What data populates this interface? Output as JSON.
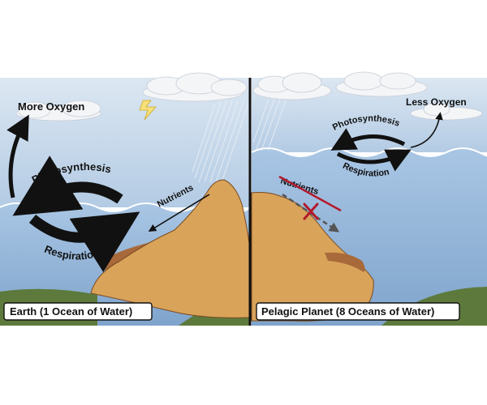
{
  "earth": {
    "more_oxygen": "More Oxygen",
    "photosynthesis": "Photosynthesis",
    "respiration": "Respiration",
    "nutrients": "Nutrients",
    "caption": "Earth (1 Ocean of Water)"
  },
  "pelagic": {
    "less_oxygen": "Less Oxygen",
    "photosynthesis": "Photosynthesis",
    "respiration": "Respiration",
    "nutrients": "Nutrients",
    "caption": "Pelagic Planet (8 Oceans of Water)"
  },
  "colors": {
    "sky_top": "#d8e4f0",
    "sky_bottom": "#a8c3df",
    "ocean": "#8fb3d8",
    "land": "#d9a35a",
    "land_dark": "#a86a3a",
    "seafloor": "#5d7a3c",
    "strike_red": "#b3192b"
  }
}
